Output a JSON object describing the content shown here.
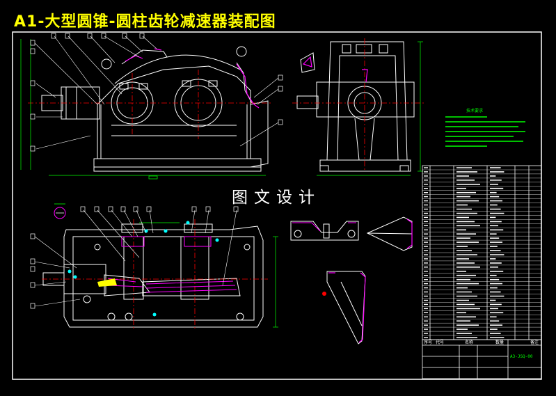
{
  "drawing": {
    "title": "A1-大型圆锥-圆柱齿轮减速器装配图",
    "watermark": "图文设计",
    "tech_requirements_heading": "技术要求",
    "title_block": {
      "col_seq": "序号",
      "col_code": "代号",
      "col_name": "名称",
      "col_qty": "数量",
      "col_remark": "备注",
      "drawing_no": "A3-JSQ-00"
    }
  },
  "colors": {
    "background": "#000000",
    "line": "#ffffff",
    "centerline": "#ff0000",
    "hatch": "#ff00ff",
    "dimension": "#00ff00",
    "leader": "#ffffff",
    "highlight": "#00ffff",
    "title": "#ffff00"
  }
}
